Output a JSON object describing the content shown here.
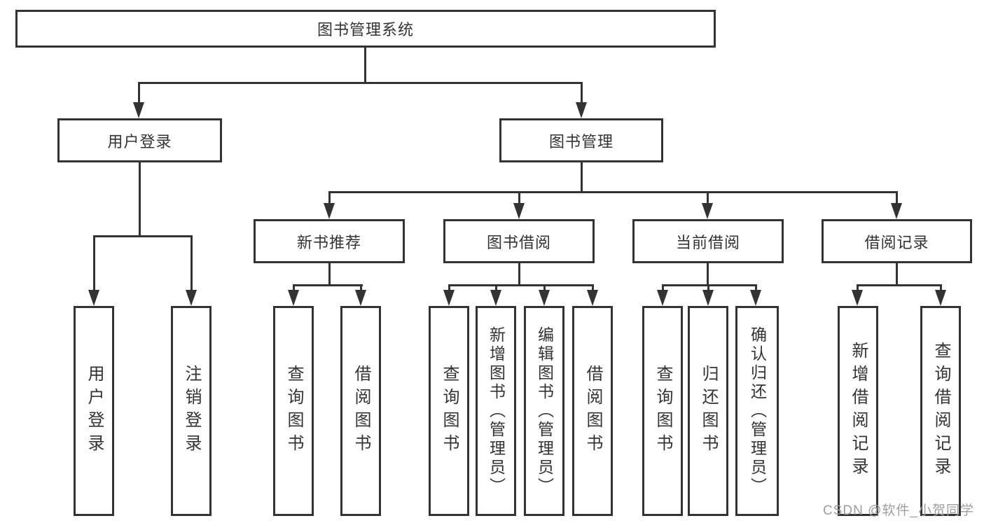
{
  "tree": {
    "label": "图书管理系统",
    "children": [
      {
        "label": "用户登录",
        "children": [
          {
            "label": "用户登录"
          },
          {
            "label": "注销登录"
          }
        ]
      },
      {
        "label": "图书管理",
        "children": [
          {
            "label": "新书推荐",
            "children": [
              {
                "label": "查询图书"
              },
              {
                "label": "借阅图书"
              }
            ]
          },
          {
            "label": "图书借阅",
            "children": [
              {
                "label": "查询图书"
              },
              {
                "label": "新增图书（管理员）"
              },
              {
                "label": "编辑图书（管理员）"
              },
              {
                "label": "借阅图书"
              }
            ]
          },
          {
            "label": "当前借阅",
            "children": [
              {
                "label": "查询图书"
              },
              {
                "label": "归还图书"
              },
              {
                "label": "确认归还（管理员）"
              }
            ]
          },
          {
            "label": "借阅记录",
            "children": [
              {
                "label": "新增借阅记录"
              },
              {
                "label": "查询借阅记录"
              }
            ]
          }
        ]
      }
    ]
  },
  "watermark": {
    "text": "CSDN @软件_小贺同学"
  },
  "colors": {
    "line": "#333333",
    "text": "#333333",
    "background": "#ffffff",
    "watermark": "#9e9e9e"
  }
}
